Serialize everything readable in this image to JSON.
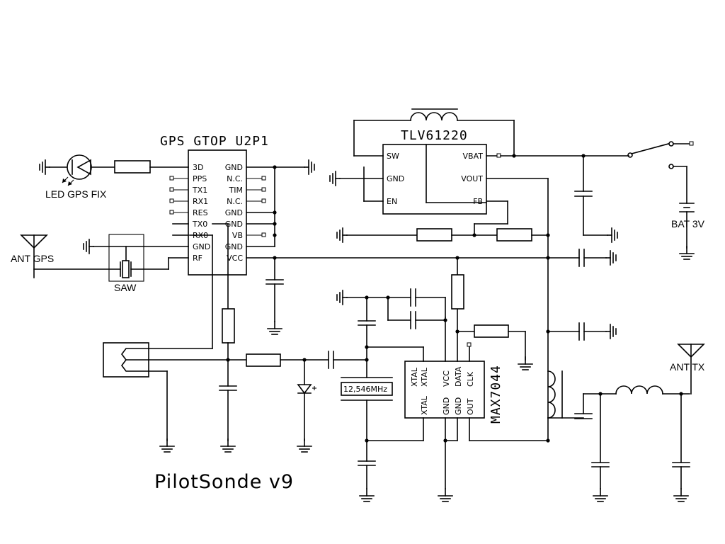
{
  "title": "PilotSonde v9",
  "gps_module": {
    "name": "GPS GTOP U2P1",
    "left_pins": [
      "3D",
      "PPS",
      "TX1",
      "RX1",
      "RES",
      "TX0",
      "RX0",
      "GND",
      "RF"
    ],
    "right_pins": [
      "GND",
      "N.C.",
      "TIM",
      "N.C.",
      "GND",
      "GND",
      "VB",
      "GND",
      "VCC"
    ]
  },
  "boost": {
    "name": "TLV61220",
    "left_pins": [
      "SW",
      "GND",
      "EN"
    ],
    "right_pins": [
      "VBAT",
      "VOUT",
      "FB"
    ]
  },
  "transmitter": {
    "name": "MAX7044",
    "top_pins": [
      "XTAL",
      "XTAL",
      "VCC",
      "DATA",
      "CLK"
    ],
    "bottom_pins": [
      "XTAL",
      "GND",
      "GND",
      "OUT"
    ]
  },
  "labels": {
    "led": "LED GPS FIX",
    "ant_gps": "ANT  GPS",
    "saw": "SAW",
    "bat": "BAT  3V",
    "ant_tx": "ANT  TX",
    "crystal": "12,546MHz"
  }
}
